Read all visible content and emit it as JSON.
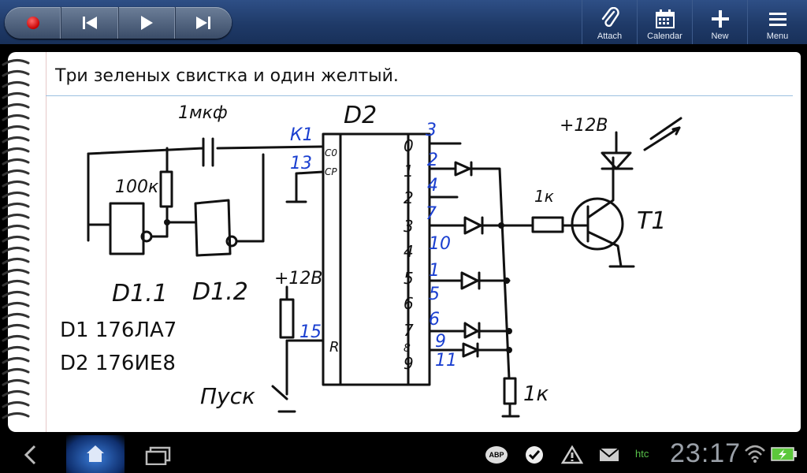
{
  "toolbar": {
    "attach_label": "Attach",
    "calendar_label": "Calendar",
    "new_label": "New",
    "menu_label": "Menu"
  },
  "note": {
    "title": "Три зеленых свистка и один желтый.",
    "chip1": "D1 176ЛА7",
    "chip2": "D2 176ИЕ8"
  },
  "status": {
    "time": "23:17",
    "carrier": "htc",
    "abp_badge": "ABP"
  }
}
